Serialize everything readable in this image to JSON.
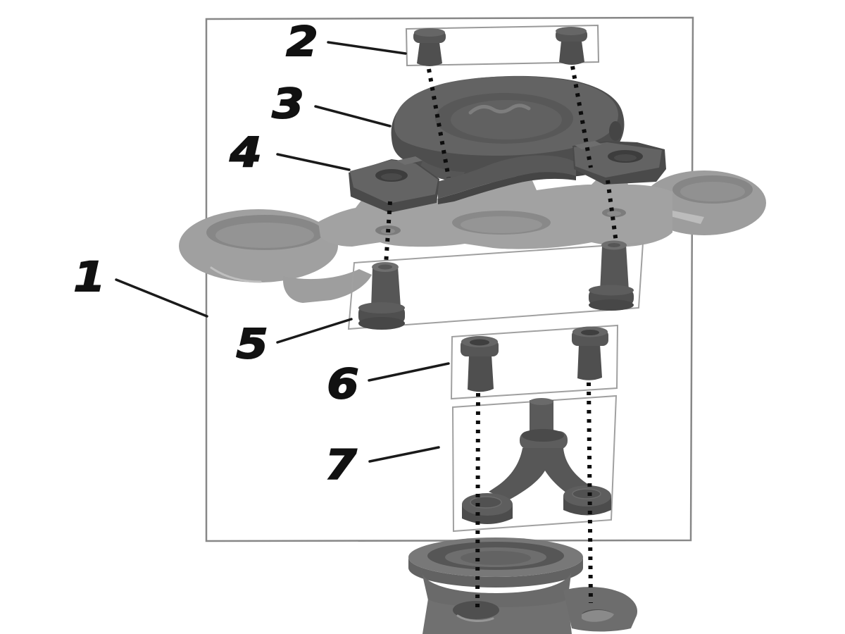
{
  "diagram": {
    "kind": "exploded-parts-diagram",
    "description": "Exploded view of handlebar riser / upper triple clamp hardware with numbered callouts",
    "callouts": [
      {
        "number": "1"
      },
      {
        "number": "2"
      },
      {
        "number": "3"
      },
      {
        "number": "4"
      },
      {
        "number": "5"
      },
      {
        "number": "6"
      },
      {
        "number": "7"
      }
    ],
    "colors": {
      "background": "#ffffff",
      "label_text": "#111111",
      "leader_line": "#1a1a1a",
      "assembly_box_border": "#878787",
      "hardware_box_border": "#a0a0a0",
      "part_dark_gray": "#575757",
      "part_light_gray": "#a2a2a2",
      "part_mid_gray": "#6f6f6f",
      "dotted_alignment_line": "#0d0d0d"
    }
  }
}
